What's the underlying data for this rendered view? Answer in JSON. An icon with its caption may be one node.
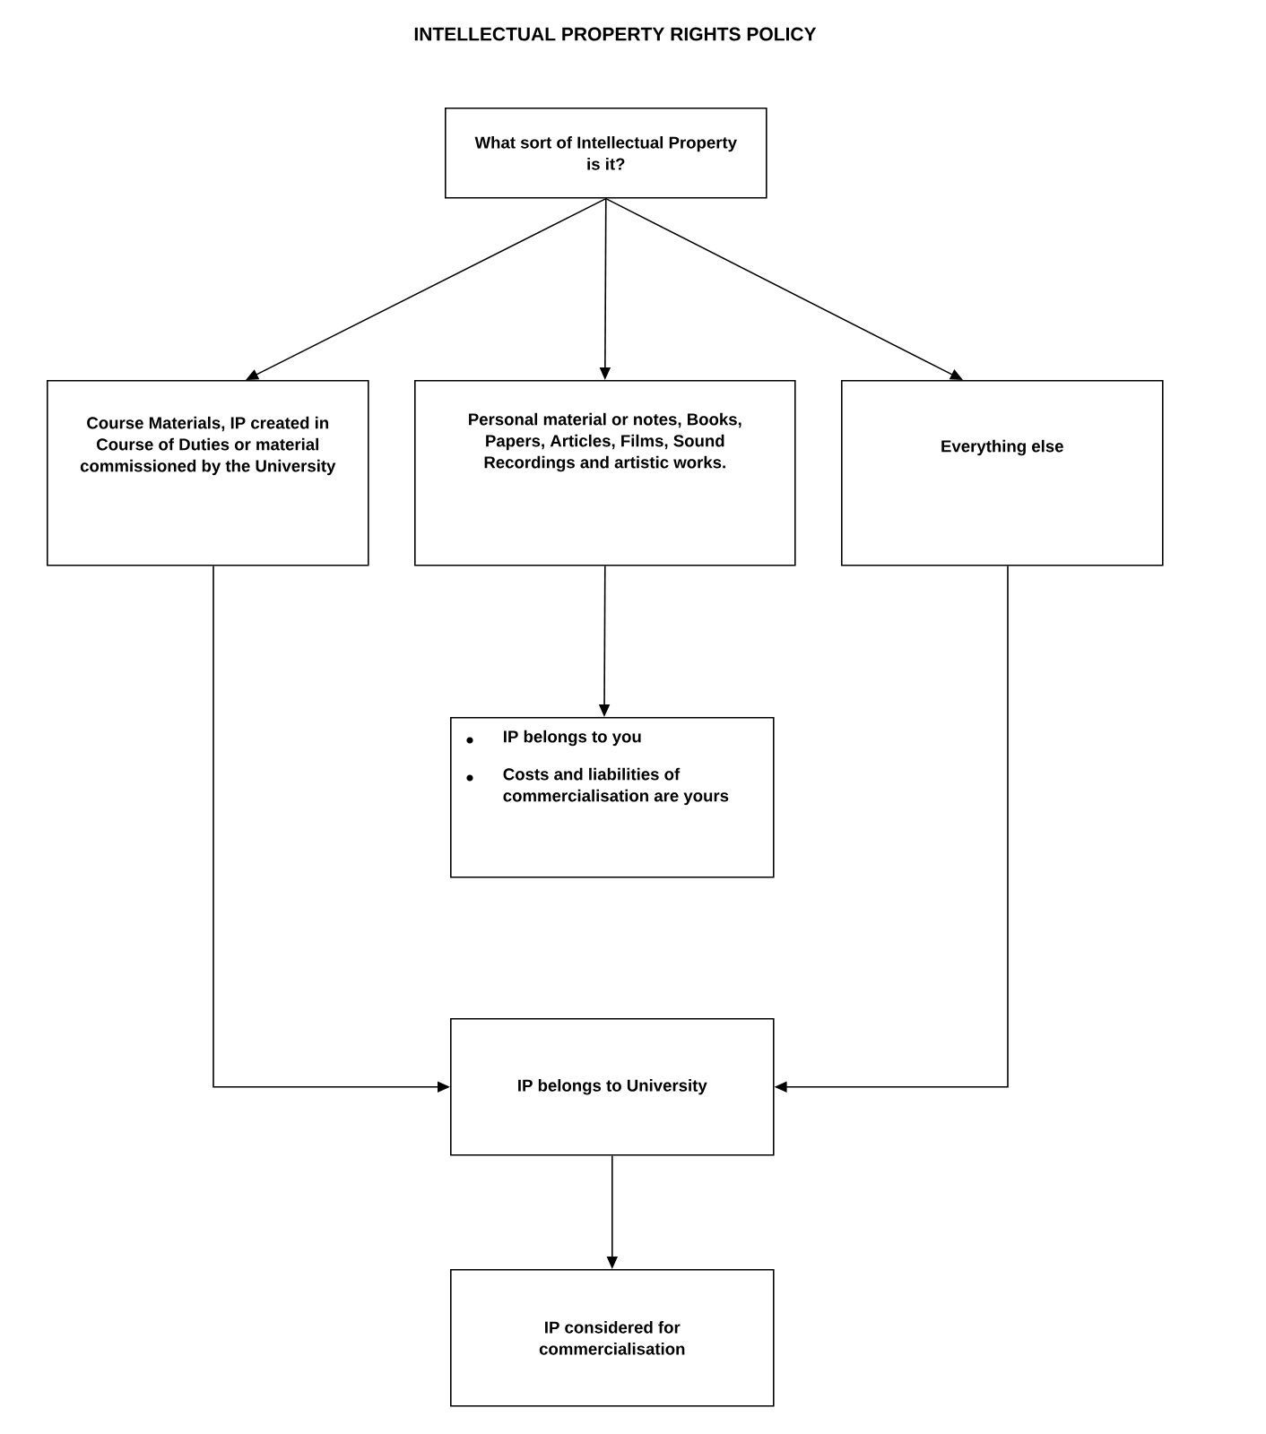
{
  "diagram": {
    "title": "INTELLECTUAL PROPERTY RIGHTS POLICY",
    "nodes": [
      {
        "text": [
          "What sort of Intellectual Property is it?"
        ]
      },
      {
        "text": [
          "Course Materials, IP created in Course of Duties or material commissioned by the University"
        ]
      },
      {
        "text": [
          "Personal material or notes, Books, Papers, Articles, Films, Sound Recordings and artistic works."
        ]
      },
      {
        "text": [
          "Everything else"
        ]
      },
      {
        "text": [
          "IP belongs to you",
          "Costs and liabilities of commercialisation are yours"
        ]
      },
      {
        "text": [
          "IP belongs to University"
        ]
      },
      {
        "text": [
          "IP considered for commercialisation"
        ]
      }
    ],
    "edges": [
      {
        "from": 0,
        "to": 1,
        "arrow": "to"
      },
      {
        "from": 0,
        "to": 2,
        "arrow": "to"
      },
      {
        "from": 0,
        "to": 3,
        "arrow": "to"
      },
      {
        "from": 2,
        "to": 4,
        "arrow": "to"
      },
      {
        "from": 1,
        "to": 5,
        "arrow": "to"
      },
      {
        "from": 3,
        "to": 5,
        "arrow": "to"
      },
      {
        "from": 5,
        "to": 6,
        "arrow": "to"
      }
    ]
  }
}
